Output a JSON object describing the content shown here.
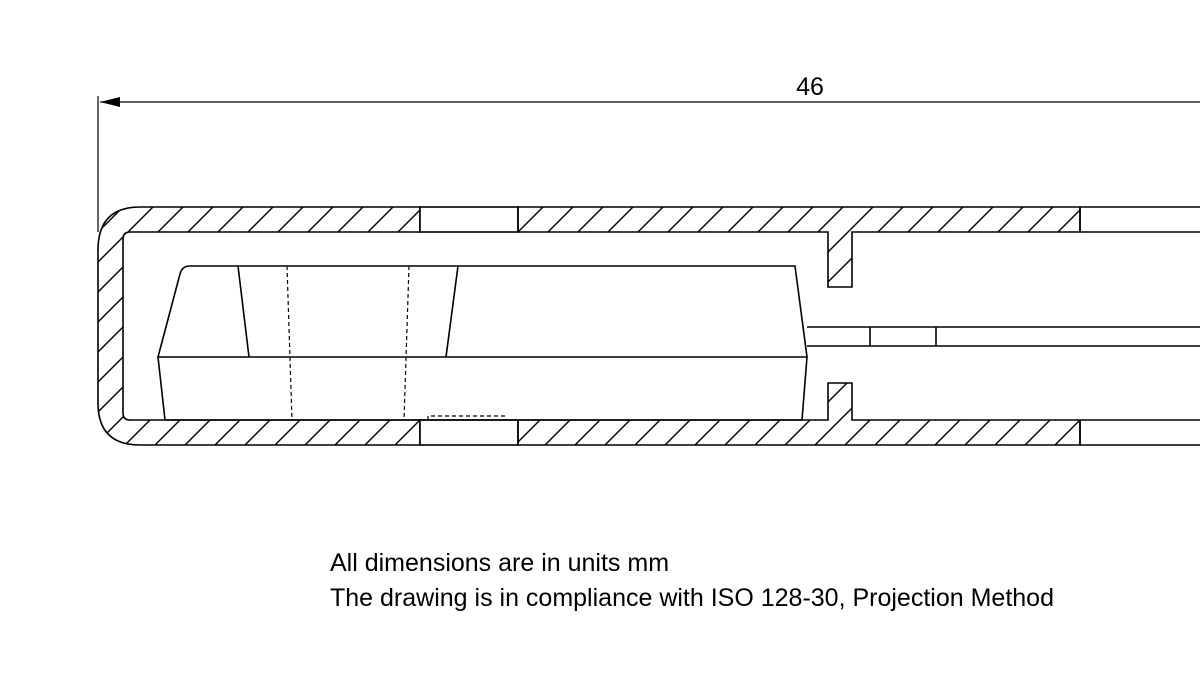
{
  "drawing": {
    "dimension_overall_width": "46",
    "notes": [
      "All dimensions are in units mm",
      "The drawing is in compliance with ISO 128-30, Projection Method"
    ],
    "line_color": "#000000",
    "background_color": "#ffffff"
  }
}
